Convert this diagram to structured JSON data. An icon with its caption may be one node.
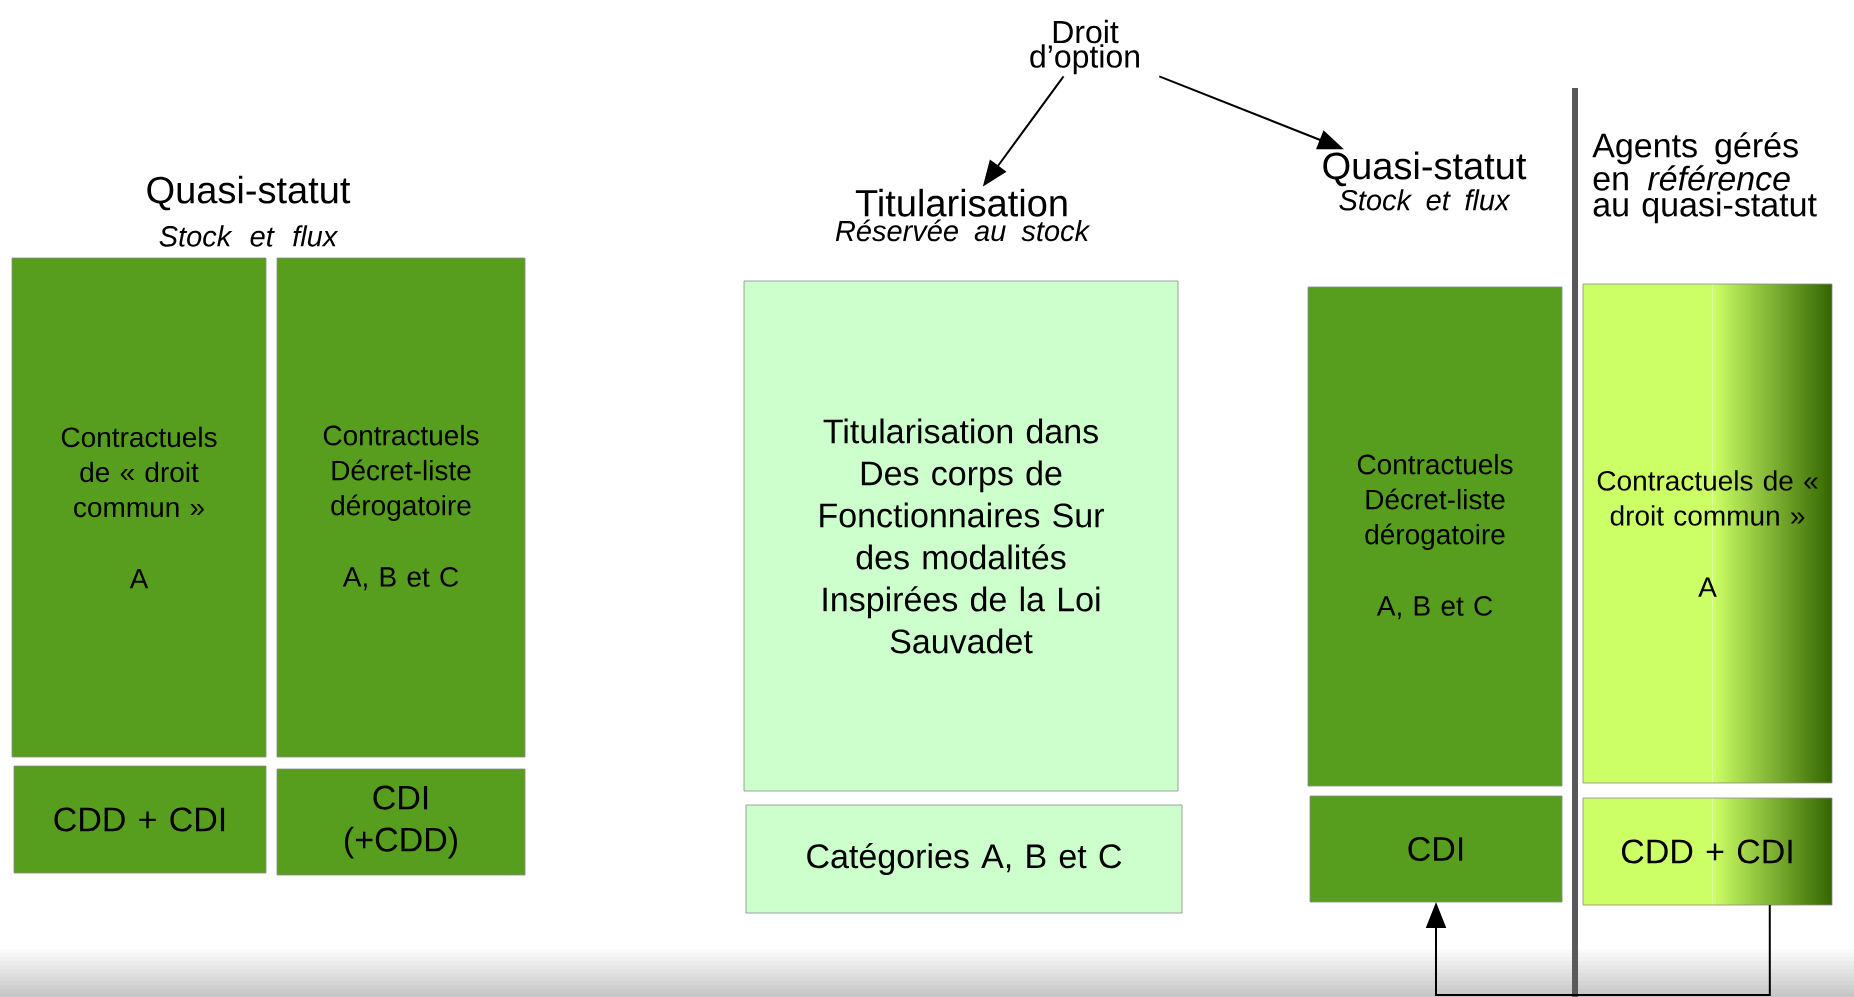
{
  "diagram": {
    "nodes": [
      {
        "text": [
          "Droit d’option"
        ]
      },
      {
        "text": [
          "Titularisation",
          "Réservée au stock"
        ]
      },
      {
        "text": [
          "Quasi-statut",
          "Stock et flux"
        ]
      },
      {
        "text": [
          "Contractuels de « droit commun »",
          "A"
        ]
      },
      {
        "text": [
          "Contractuels Décret-liste dérogatoire",
          "A, B et C"
        ]
      },
      {
        "text": [
          "CDD + CDI"
        ]
      },
      {
        "text": [
          "CDI (+CDD)"
        ]
      },
      {
        "text": [
          "Titularisation dans Des corps de Fonctionnaires Sur des modalités Inspirées de la Loi Sauvadet"
        ]
      },
      {
        "text": [
          "Catégories A, B et C"
        ]
      },
      {
        "text": [
          "Contractuels Décret-liste dérogatoire",
          "A, B et C"
        ]
      },
      {
        "text": [
          "CDI"
        ]
      },
      {
        "text": [
          "Contractuels de « droit commun »",
          "A"
        ]
      },
      {
        "text": [
          "CDD + CDI"
        ]
      }
    ],
    "edges": [
      {
        "from": 0,
        "to": 1,
        "arrow": "to"
      },
      {
        "from": 0,
        "to": 2,
        "arrow": "to"
      },
      {
        "from": 12,
        "to": 10,
        "arrow": "to"
      }
    ],
    "labels": [
      "Quasi-statut",
      "Stock et flux",
      "Agents gérés en *référence* au quasi-statut"
    ]
  }
}
